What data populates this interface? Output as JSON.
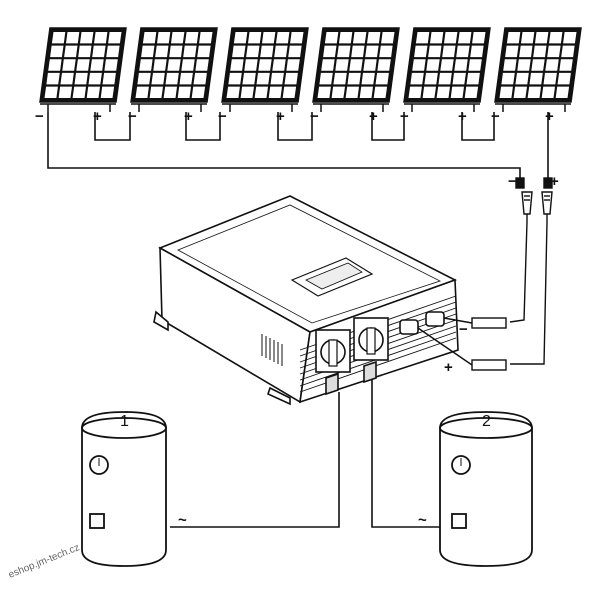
{
  "panels": {
    "count": 6,
    "minus_symbol": "−",
    "plus_symbol": "+"
  },
  "connector": {
    "minus_symbol": "−",
    "plus_symbol": "+"
  },
  "inverter": {
    "dc_minus_symbol": "−",
    "dc_plus_symbol": "+"
  },
  "tanks": [
    {
      "number": "1",
      "ac_symbol": "~"
    },
    {
      "number": "2",
      "ac_symbol": "~"
    }
  ],
  "watermark": "eshop.jm-tech.cz",
  "colors": {
    "line": "#111111",
    "background": "#ffffff",
    "panel_cell": "#ffffff",
    "panel_frame": "#111111"
  }
}
